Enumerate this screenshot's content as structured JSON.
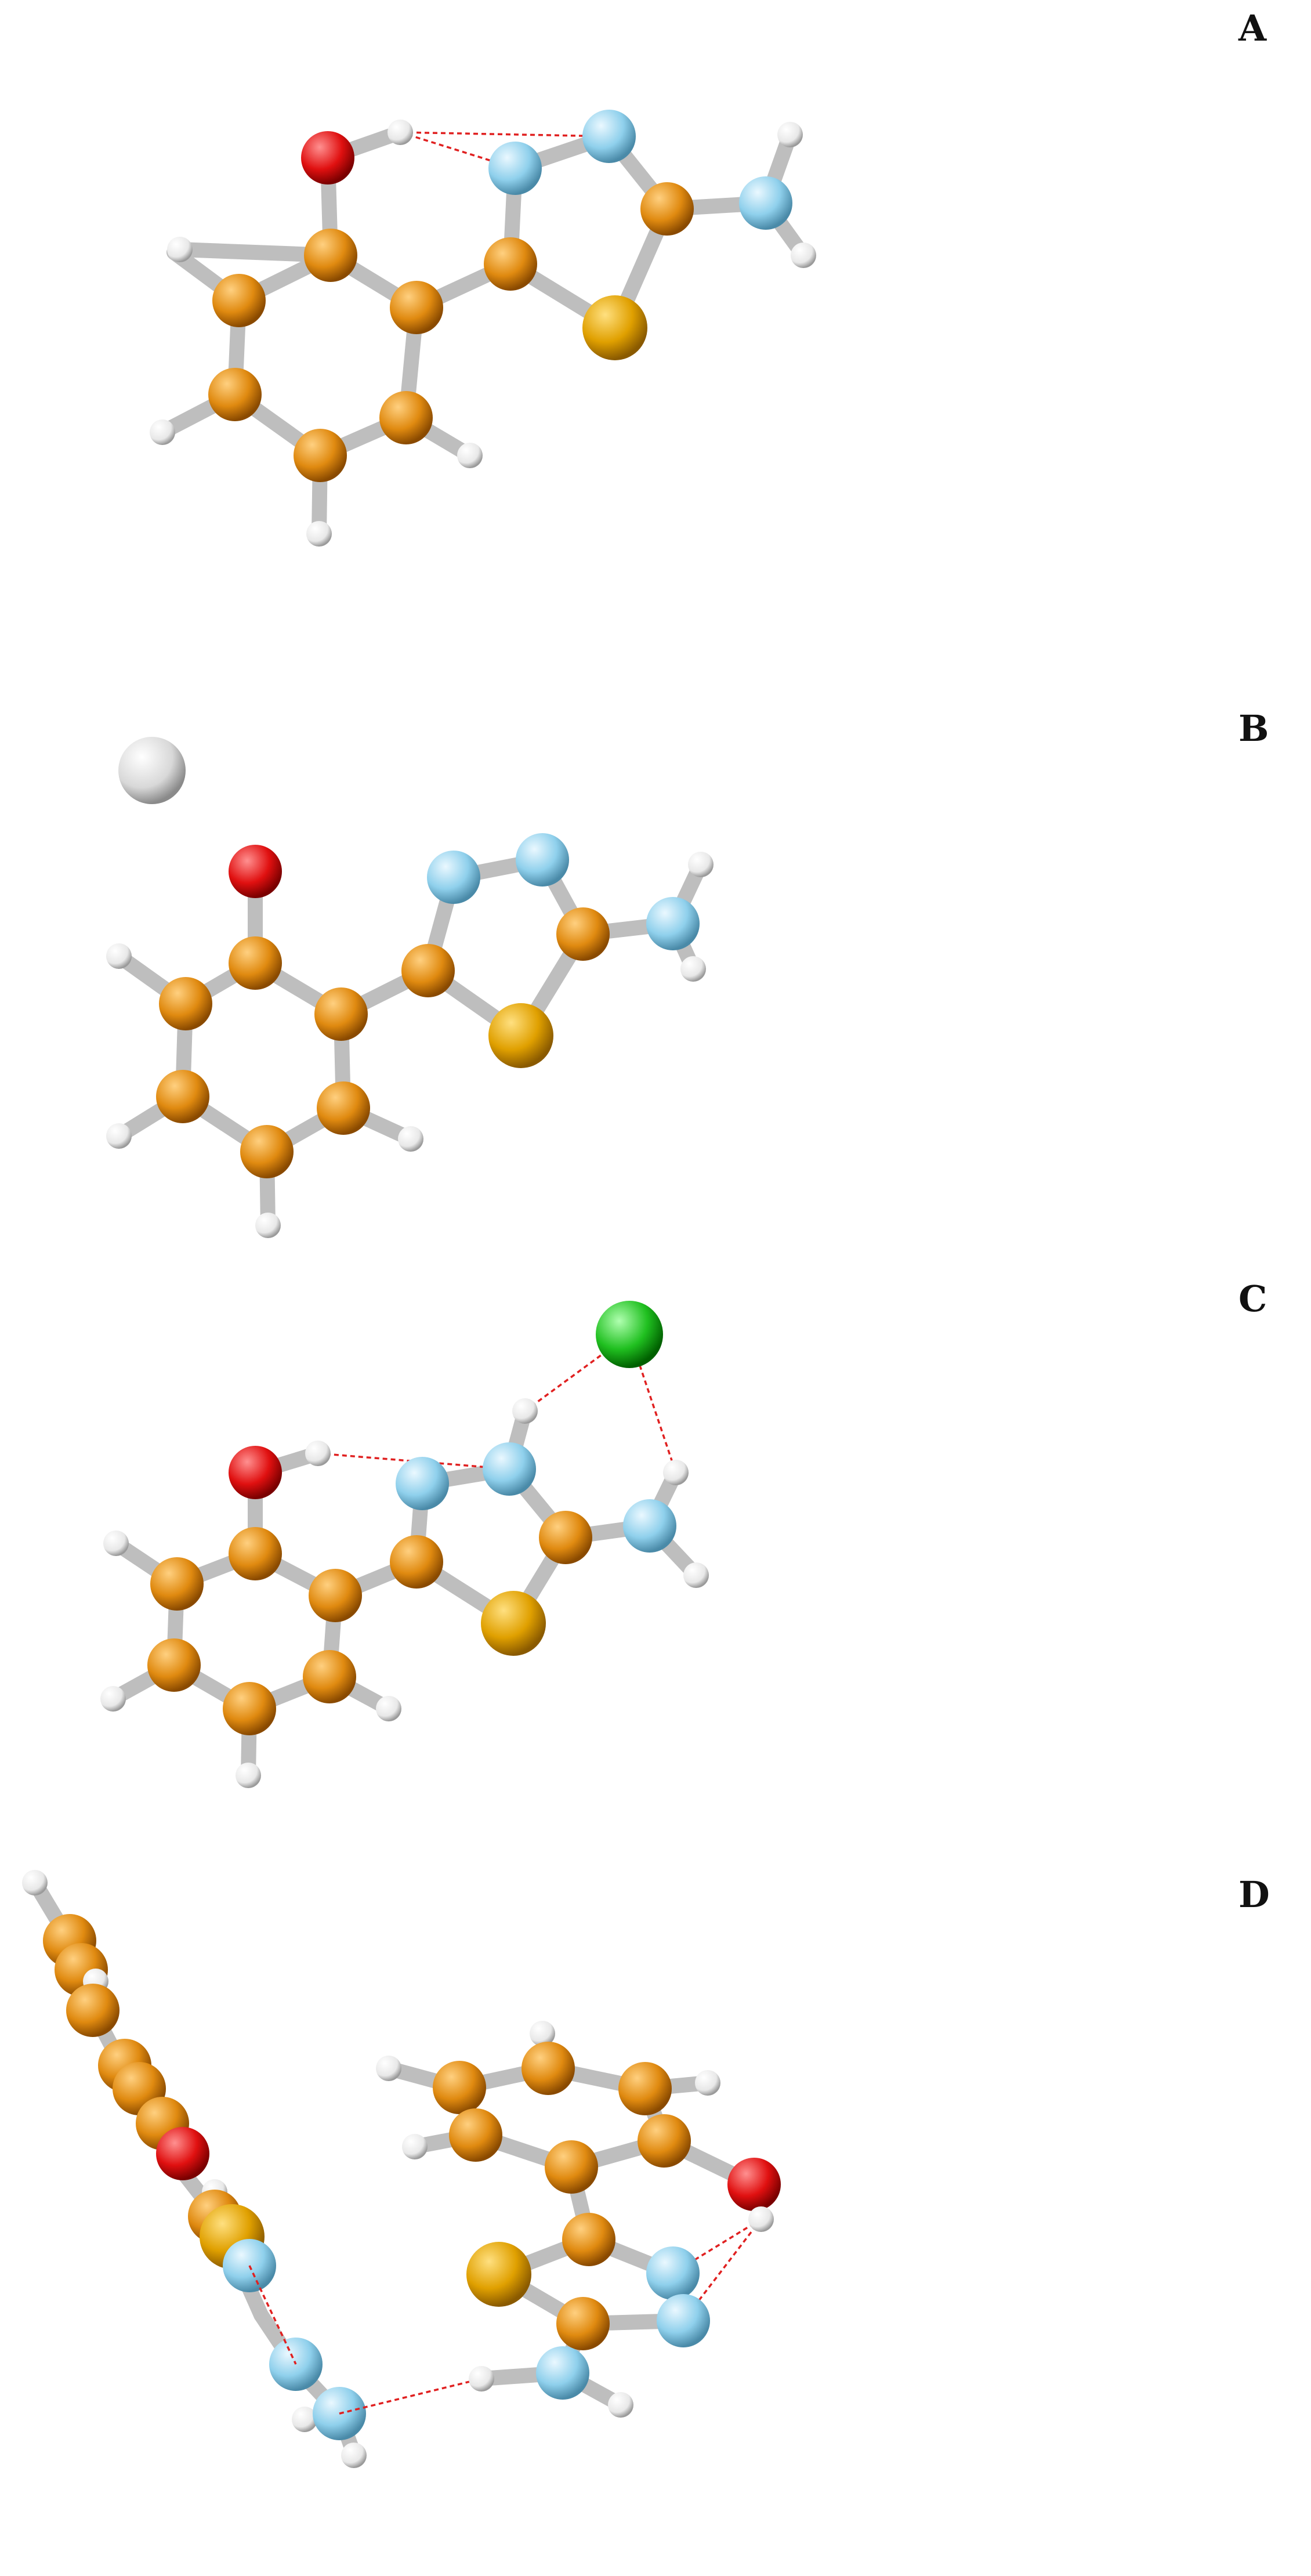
{
  "figure": {
    "panels": [
      {
        "id": "A",
        "label": "A"
      },
      {
        "id": "B",
        "label": "B"
      },
      {
        "id": "C",
        "label": "C"
      },
      {
        "id": "D",
        "label": "D"
      }
    ],
    "atom_colors": {
      "carbon": "#E08A10",
      "nitrogen": "#8FD0EC",
      "oxygen": "#E01010",
      "sulfur": "#E0A000",
      "hydrogen": "#F0F0F0",
      "chlorine": "#20C020",
      "metal": "#D8D8D8",
      "bond": "#C8C8C8",
      "hbond": "#E02020"
    }
  }
}
